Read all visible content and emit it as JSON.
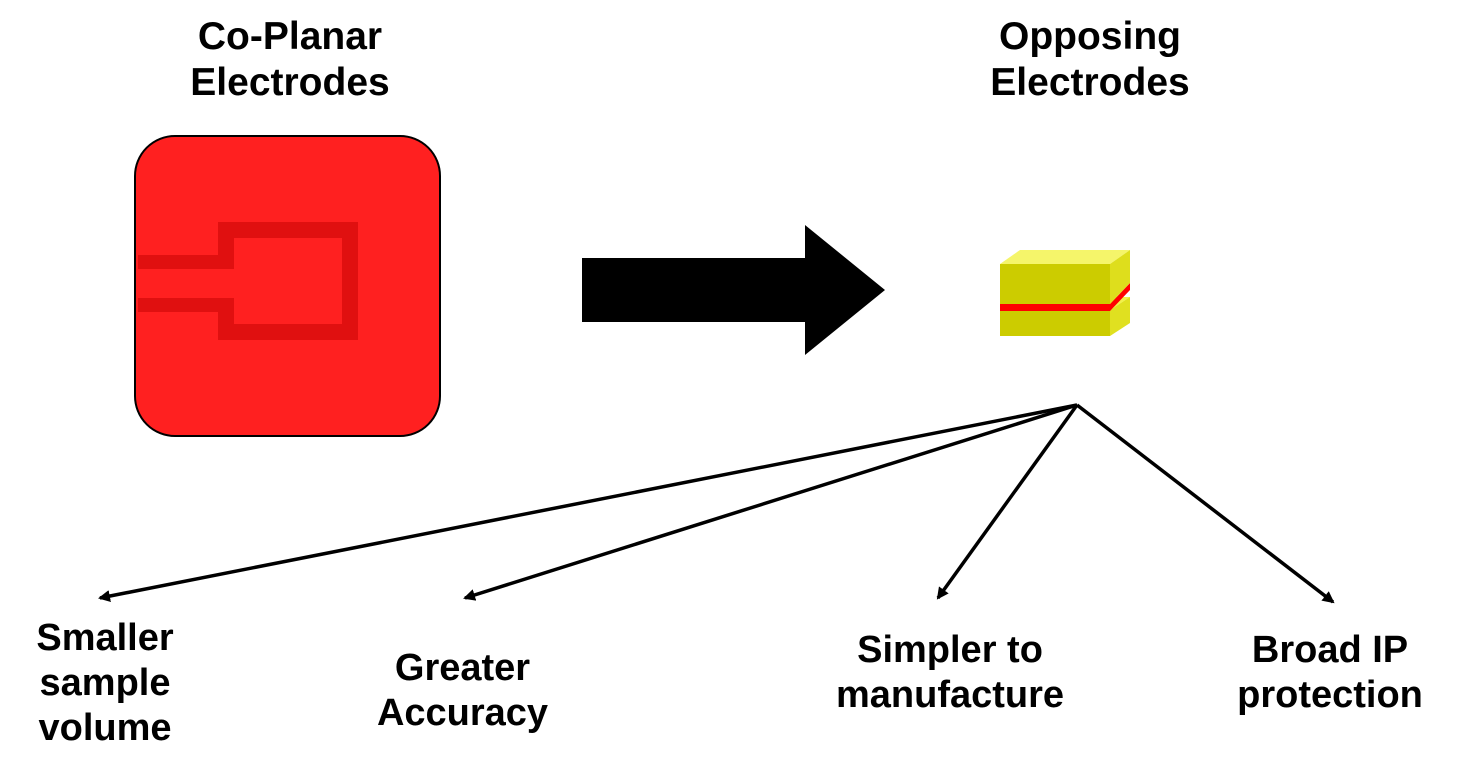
{
  "titles": {
    "left": "Co-Planar\nElectrodes",
    "right": "Opposing\nElectrodes"
  },
  "benefits": [
    {
      "label": "Smaller\nsample\nvolume"
    },
    {
      "label": "Greater\nAccuracy"
    },
    {
      "label": "Simpler to\nmanufacture"
    },
    {
      "label": "Broad IP\nprotection"
    }
  ],
  "colors": {
    "coplanar_fill": "#ff2020",
    "coplanar_trace": "#e01010",
    "opposing_yellow": "#e6e600",
    "opposing_red": "#ff0000",
    "arrow": "#000000"
  }
}
